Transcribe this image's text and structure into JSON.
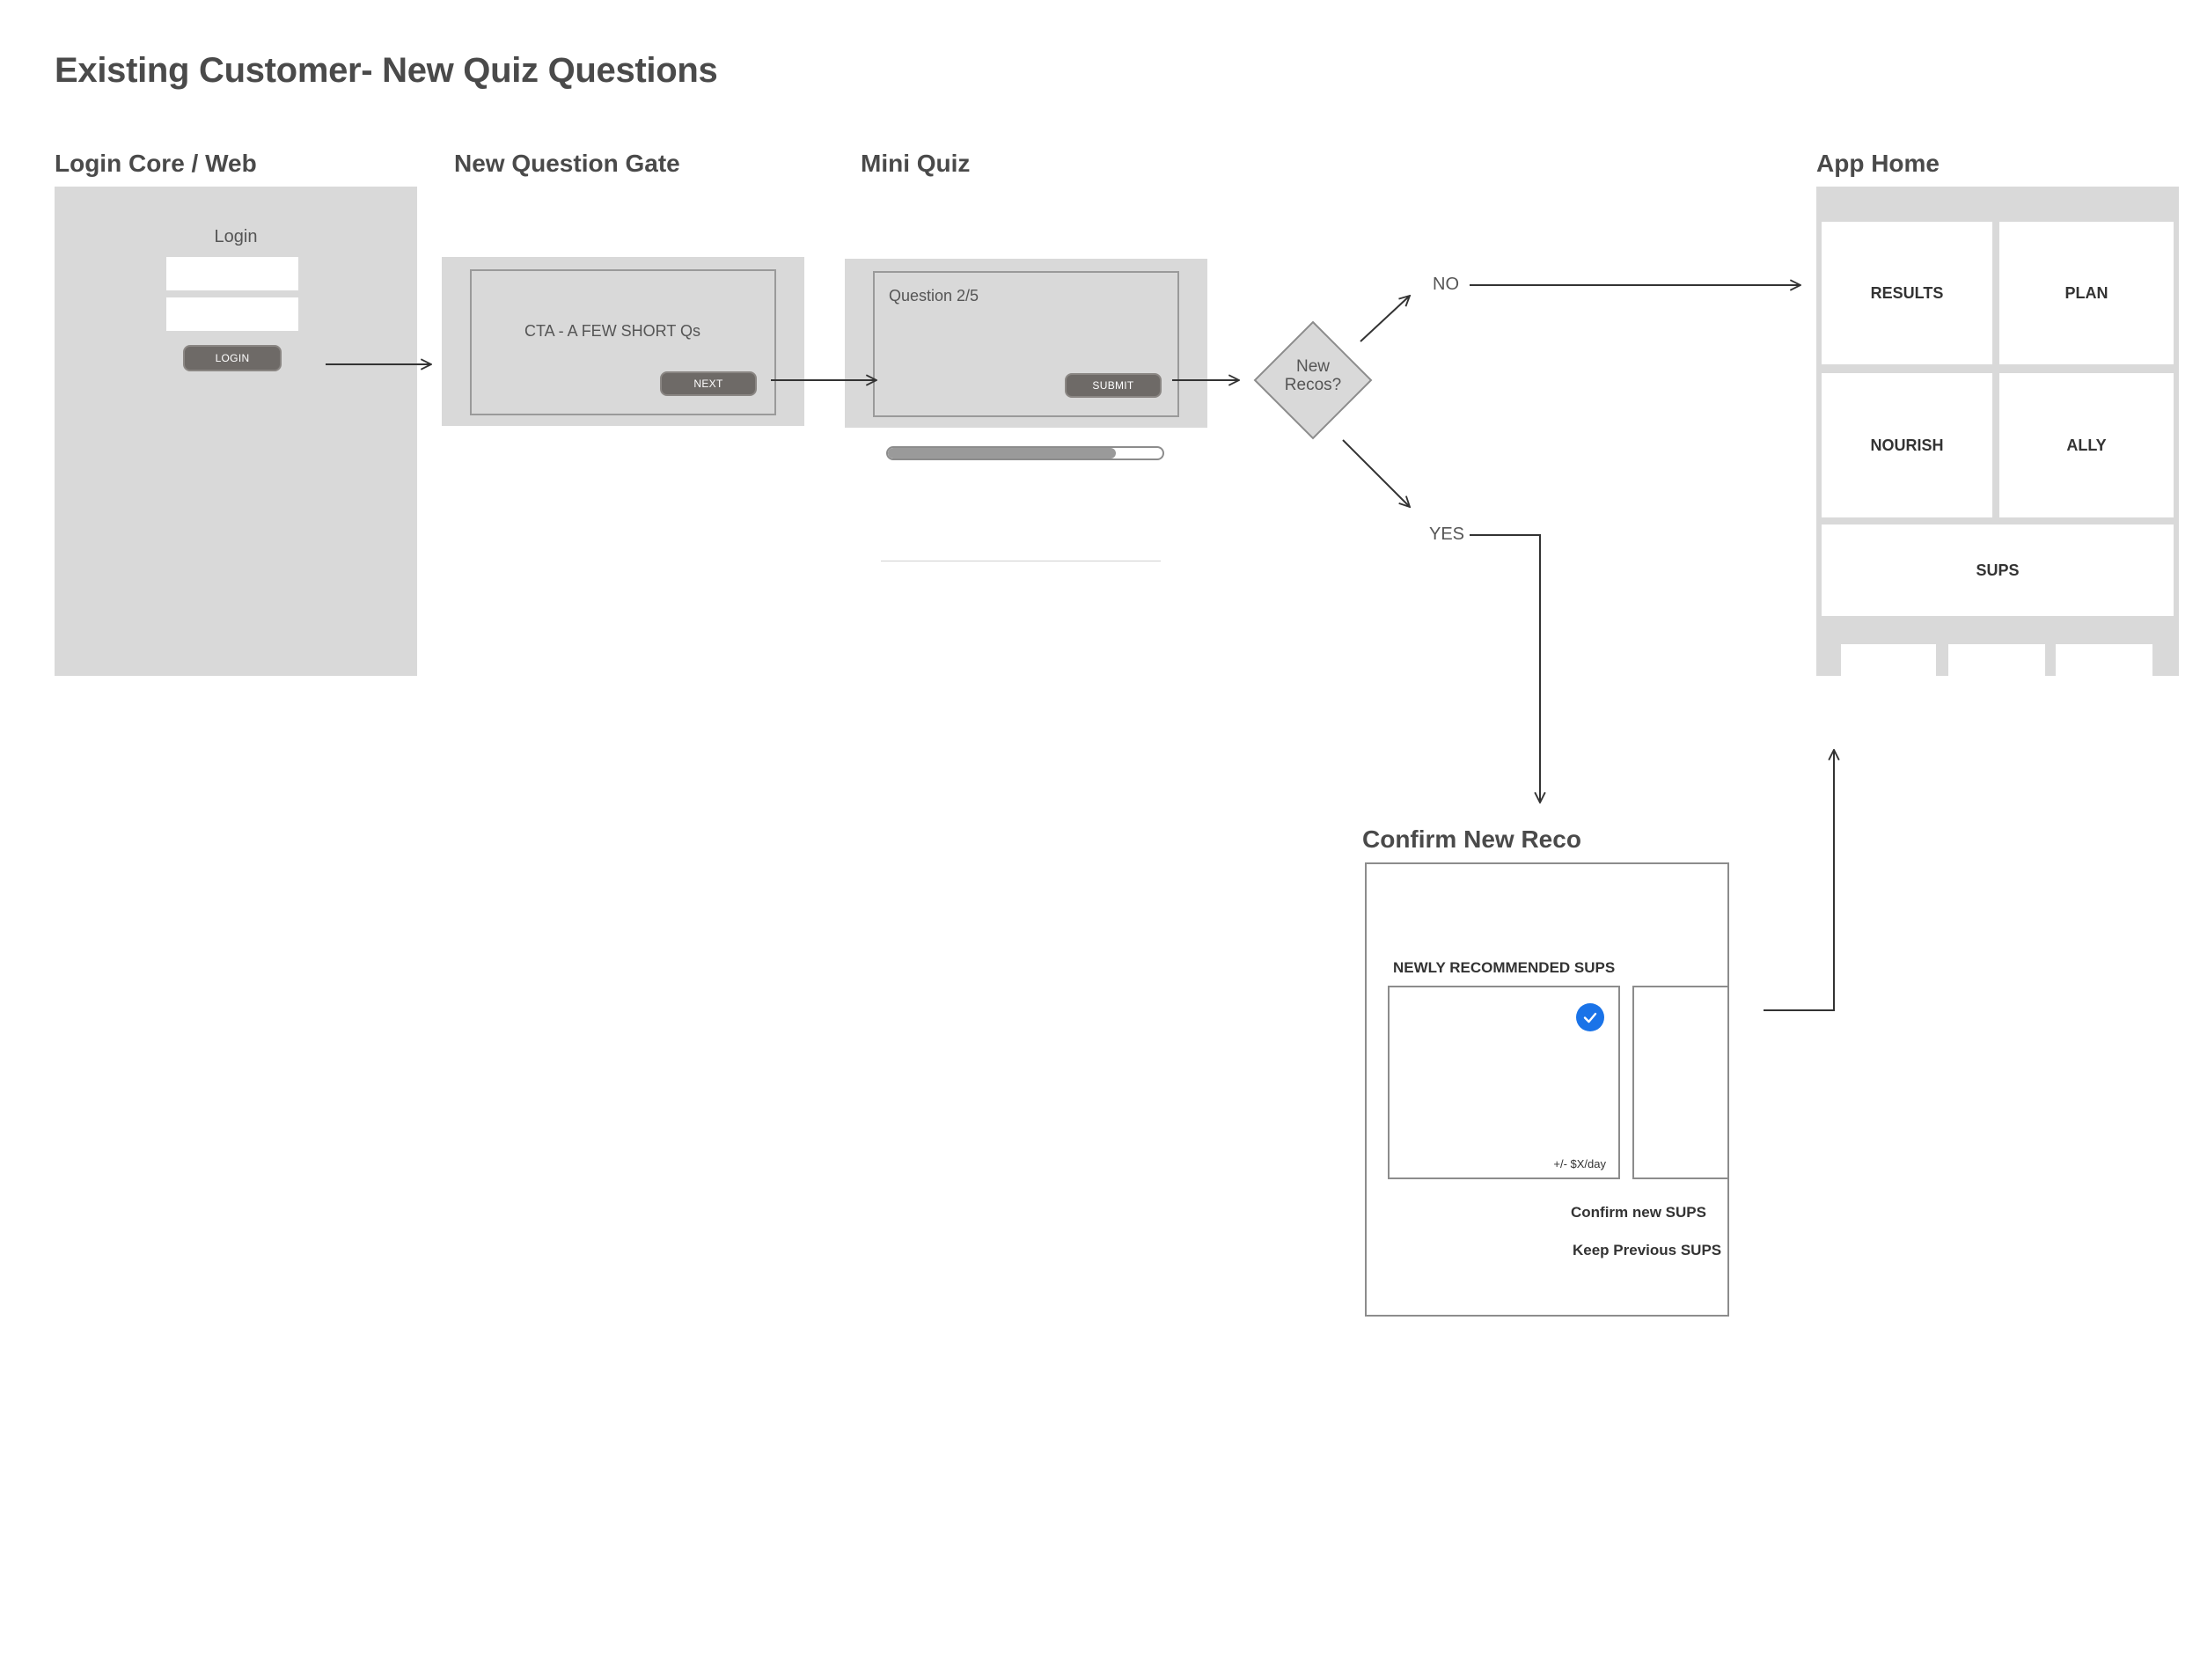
{
  "page_title": "Existing Customer- New Quiz Questions",
  "login_screen": {
    "section_title": "Login Core / Web",
    "heading": "Login",
    "button_label": "LOGIN"
  },
  "gate_screen": {
    "section_title": "New Question Gate",
    "cta_text": "CTA - A FEW SHORT Qs",
    "button_label": "NEXT"
  },
  "quiz_screen": {
    "section_title": "Mini Quiz",
    "question_text": "Question 2/5",
    "button_label": "SUBMIT",
    "progress": 0.83
  },
  "decision": {
    "text_line1": "New",
    "text_line2": "Recos?",
    "no_label": "NO",
    "yes_label": "YES"
  },
  "app_home": {
    "section_title": "App Home",
    "tiles": [
      "RESULTS",
      "PLAN",
      "NOURISH",
      "ALLY"
    ],
    "wide_tile": "SUPS"
  },
  "confirm_screen": {
    "section_title": "Confirm New Reco",
    "heading": "NEWLY RECOMMENDED SUPS",
    "price_text": "+/- $X/day",
    "confirm_label": "Confirm new SUPS",
    "keep_label": "Keep Previous SUPS"
  },
  "colors": {
    "panel_grey": "#d9d9d9",
    "button_dark": "#6e6a67",
    "check_blue": "#1a73e8"
  }
}
